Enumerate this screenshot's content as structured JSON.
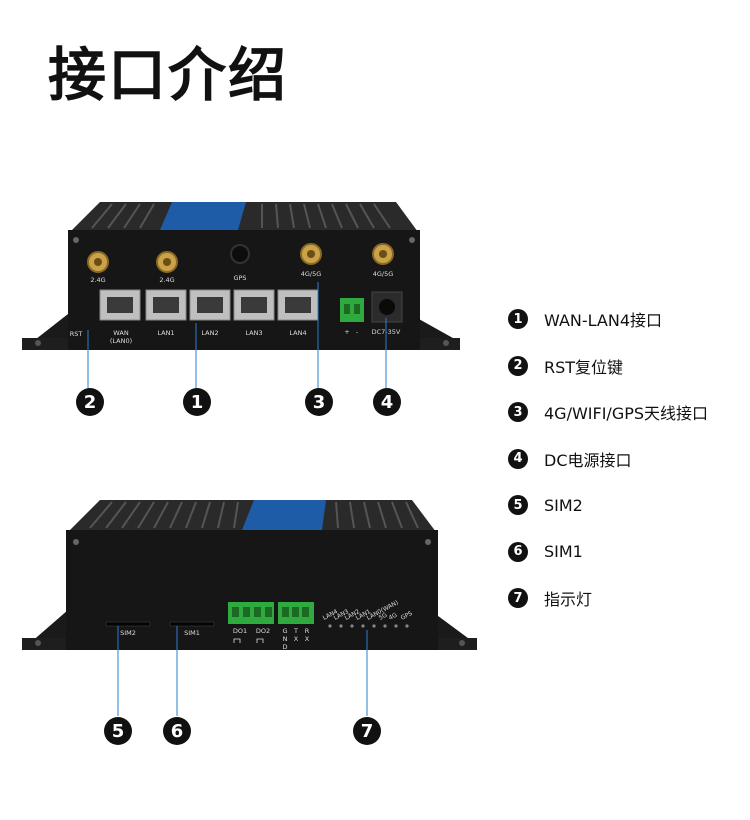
{
  "title": "接口介绍",
  "front_panel": {
    "antennas": [
      "2.4G",
      "2.4G",
      "GPS",
      "4G/5G",
      "4G/5G"
    ],
    "left_labels": [
      "RST",
      "WAN\n(LAN0)",
      "LAN1",
      "LAN2",
      "LAN3",
      "LAN4"
    ],
    "wan_line1": "WAN",
    "wan_line2": "(LAN0)",
    "rst": "RST",
    "lan1": "LAN1",
    "lan2": "LAN2",
    "lan3": "LAN3",
    "lan4": "LAN4",
    "dc_label": "DC7-35V",
    "plus": "+",
    "minus": "-"
  },
  "rear_panel": {
    "sim2": "SIM2",
    "sim1": "SIM1",
    "do1": "DO1",
    "do2": "DO2",
    "gnd": [
      "G",
      "N",
      "D"
    ],
    "tx": [
      "T",
      "X"
    ],
    "rx": [
      "R",
      "X"
    ],
    "leds": [
      "LAN4",
      "LAN3",
      "LAN2",
      "LAN1",
      "LAN0(WAN)",
      "5G",
      "4G",
      "GPS"
    ]
  },
  "callouts": [
    "1",
    "2",
    "3",
    "4",
    "5",
    "6",
    "7"
  ],
  "legend": [
    {
      "num": "1",
      "text": "WAN-LAN4接口"
    },
    {
      "num": "2",
      "text": "RST复位键"
    },
    {
      "num": "3",
      "text": "4G/WIFI/GPS天线接口"
    },
    {
      "num": "4",
      "text": "DC电源接口"
    },
    {
      "num": "5",
      "text": "SIM2"
    },
    {
      "num": "6",
      "text": "SIM1"
    },
    {
      "num": "7",
      "text": "指示灯"
    }
  ]
}
